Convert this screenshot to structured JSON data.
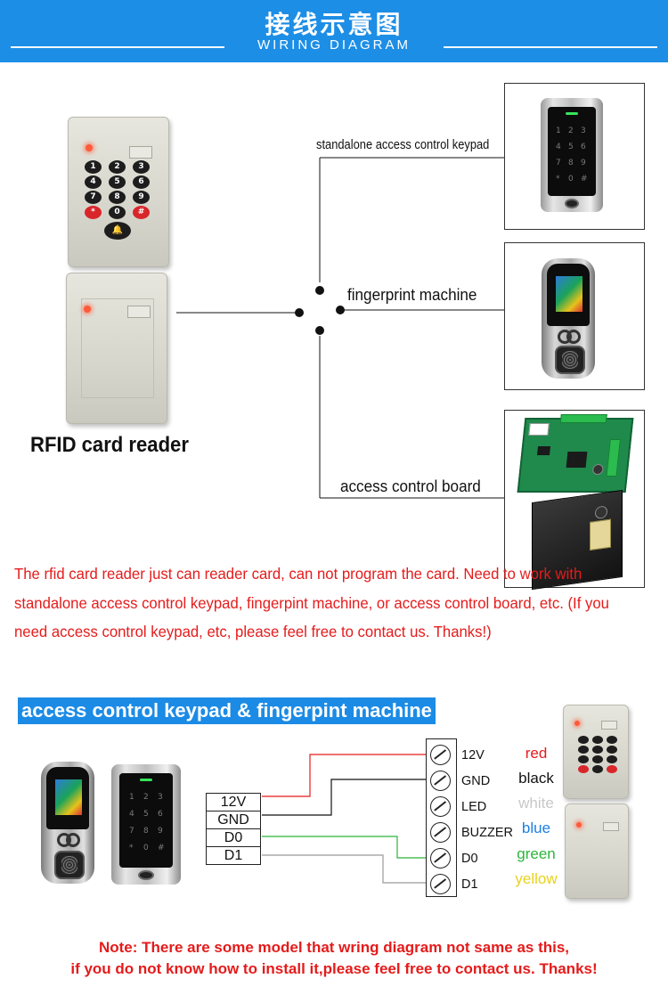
{
  "header": {
    "title_cn": "接线示意图",
    "title_en": "WIRING DIAGRAM",
    "color": "#1d8ee6"
  },
  "reader": {
    "caption": "RFID card reader",
    "keypad_keys": [
      "1",
      "2",
      "3",
      "4",
      "5",
      "6",
      "7",
      "8",
      "9",
      "*",
      "0",
      "#"
    ],
    "bell_glyph": "🔔"
  },
  "devices": {
    "keypad_label": "standalone access control keypad",
    "fingerprint_label": "fingerprint machine",
    "board_label": "access control board"
  },
  "note_red": "The rfid card reader just can reader card, can not program the card. Need to work with standalone access control keypad, fingerpint machine, or access control board, etc. (If you need access control keypad, etc, please feel free to contact us. Thanks!)",
  "section_title": "access control keypad & fingerpint machine",
  "wiring_table": [
    "12V",
    "GND",
    "D0",
    "D1"
  ],
  "terminals": [
    "12V",
    "GND",
    "LED",
    "BUZZER",
    "D0",
    "D1"
  ],
  "wire_colors": [
    {
      "name": "red",
      "color": "#e51b1b"
    },
    {
      "name": "black",
      "color": "#111111"
    },
    {
      "name": "white",
      "color": "#c8c8c8"
    },
    {
      "name": "blue",
      "color": "#1b7fe3"
    },
    {
      "name": "green",
      "color": "#2bb53a"
    },
    {
      "name": "yellow",
      "color": "#e8d21c"
    }
  ],
  "footer": {
    "line1": "Note: There are some model that wring diagram not same as this,",
    "line2": "if you do not know how to install it,please feel free to contact us. Thanks!"
  }
}
